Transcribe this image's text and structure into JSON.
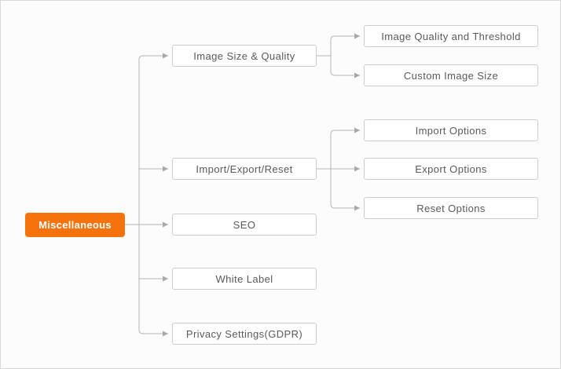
{
  "colors": {
    "accent_orange": "#f6720d",
    "root_text": "#ffffff",
    "box_bg": "#ffffff",
    "box_border": "#cccccc",
    "box_text": "#595959",
    "line": "#b5b5b5",
    "arrow": "#a8a8a8",
    "canvas_bg": "#fcfcfc",
    "canvas_border": "#d8d8d8"
  },
  "tree": {
    "label": "Miscellaneous",
    "children": [
      {
        "label": "Image Size & Quality",
        "children": [
          {
            "label": "Image Quality and Threshold"
          },
          {
            "label": "Custom Image Size"
          }
        ]
      },
      {
        "label": "Import/Export/Reset",
        "children": [
          {
            "label": "Import Options"
          },
          {
            "label": "Export Options"
          },
          {
            "label": "Reset Options"
          }
        ]
      },
      {
        "label": "SEO"
      },
      {
        "label": "White Label"
      },
      {
        "label": "Privacy Settings(GDPR)"
      }
    ]
  }
}
